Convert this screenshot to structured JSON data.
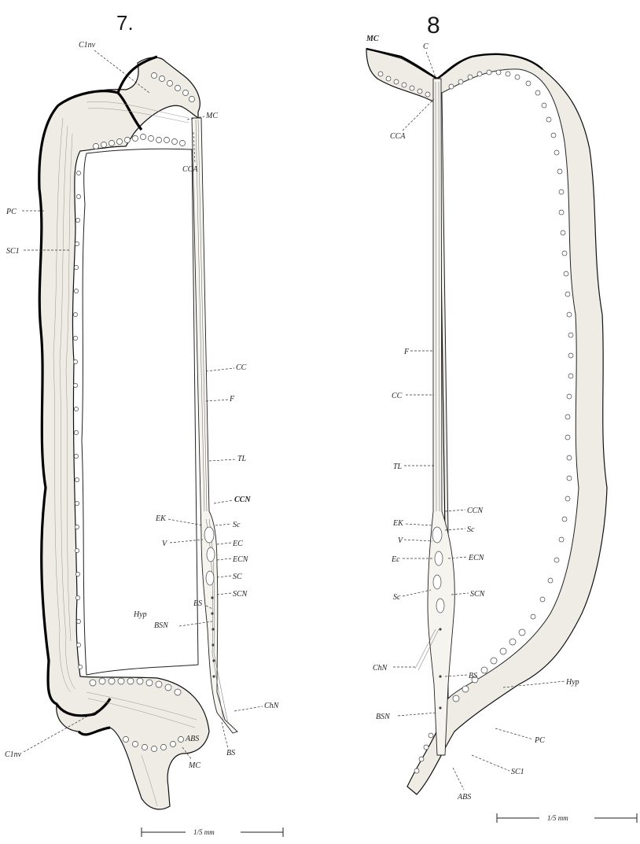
{
  "figures": [
    {
      "number": "7.",
      "labels": {
        "c1nv_top": "C1nv",
        "mc_top": "MC",
        "cca": "CCA",
        "pc": "PC",
        "sc1": "SC1",
        "cc": "CC",
        "f": "F",
        "tl": "TL",
        "ccn": "CCN",
        "ek": "EK",
        "sc_small": "Sc",
        "v": "V",
        "ec": "EC",
        "ecn": "ECN",
        "sc": "SC",
        "scn": "SCN",
        "bs": "BS",
        "hyp": "Hyp",
        "bsn": "BSN",
        "chn": "ChN",
        "c1nv_bottom": "C1nv",
        "abs": "ABS",
        "bs_bottom": "BS",
        "mc_bottom": "MC"
      },
      "scale": "1/5 mm"
    },
    {
      "number": "8",
      "labels": {
        "mc": "MC",
        "c": "C",
        "cca": "CCA",
        "f": "F",
        "cc": "CC",
        "tl": "TL",
        "ccn": "CCN",
        "ek": "EK",
        "sc_small": "Sc",
        "v": "V",
        "ec_left": "Ec",
        "ecn": "ECN",
        "scn": "SCN",
        "sc_left": "Sc",
        "chn": "ChN",
        "bs": "BS",
        "hyp": "Hyp",
        "bsn": "BSN",
        "pc": "PC",
        "sc1": "SC1",
        "abs": "ABS"
      },
      "scale": "1/5 mm"
    }
  ]
}
